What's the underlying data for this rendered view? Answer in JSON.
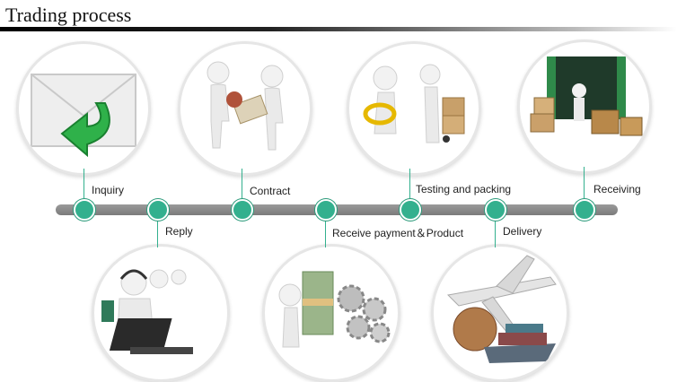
{
  "page": {
    "title": "Trading process"
  },
  "colors": {
    "accent": "#33b08e",
    "timeline": "#8a8a8a"
  },
  "steps": [
    {
      "label": "Inquiry",
      "icon": "envelope-arrow-icon"
    },
    {
      "label": "Reply",
      "icon": "call-center-operators-icon"
    },
    {
      "label": "Contract",
      "icon": "handshake-stamp-icon"
    },
    {
      "label": "Receive payment＆Product",
      "icon": "money-gears-icon"
    },
    {
      "label": "Testing and packing",
      "icon": "magnifier-boxes-icon"
    },
    {
      "label": "Delivery",
      "icon": "plane-ship-globe-icon"
    },
    {
      "label": "Receiving",
      "icon": "container-boxes-icon"
    }
  ]
}
